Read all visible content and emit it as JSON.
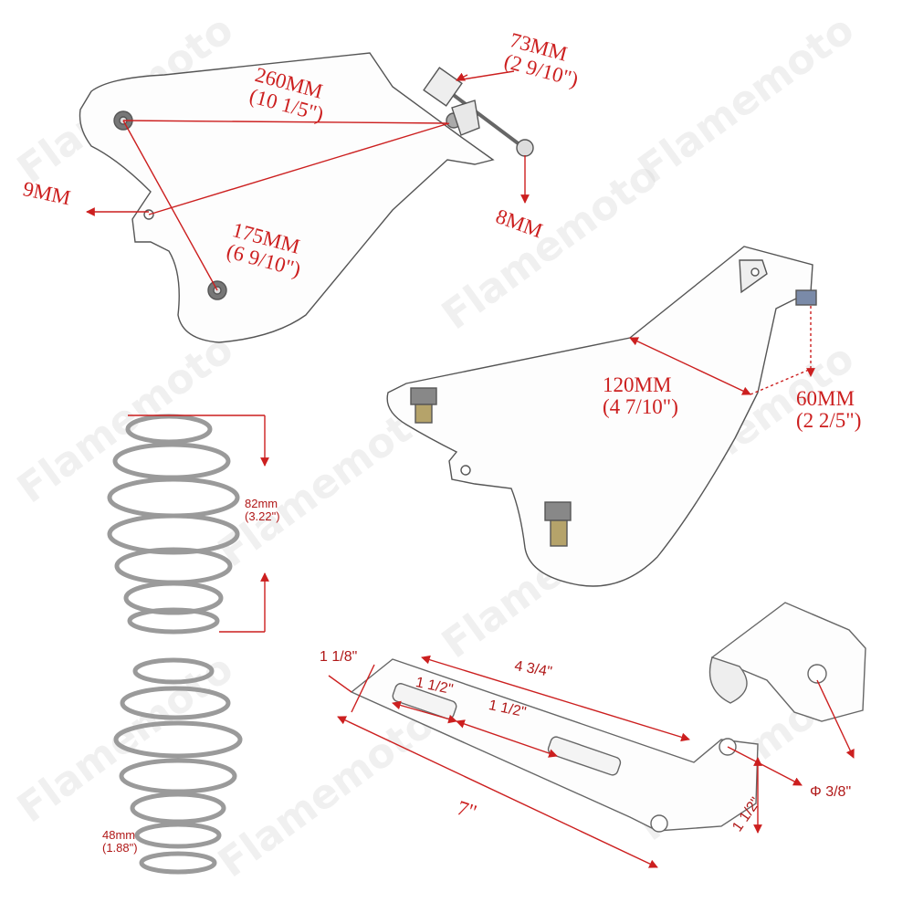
{
  "watermark": "Flamemoto",
  "colors": {
    "dimension": "#cc1f1f",
    "outline": "#555555",
    "spring": "#9a9a9a",
    "background": "#ffffff"
  },
  "seat_plate": {
    "length_label": "260MM",
    "length_inch": "(10 1/5\")",
    "bolt_spacing_label": "175MM",
    "bolt_spacing_inch": "(6 9/10\")",
    "hole_label": "9MM",
    "pivot_width_label": "73MM",
    "pivot_width_inch": "(2 9/10\")",
    "pivot_bolt_label": "8MM"
  },
  "second_plate": {
    "width_label": "120MM",
    "width_inch": "(4 7/10\")",
    "height_label": "60MM",
    "height_inch": "(2 2/5\")"
  },
  "springs": {
    "large_label": "82mm",
    "large_inch": "(3.22\")",
    "small_label": "48mm",
    "small_inch": "(1.88\")"
  },
  "bracket": {
    "overall_length": "7\"",
    "slot_length": "4 3/4\"",
    "slot_width": "1 1/2\"",
    "slot_spacing": "1 1/2\"",
    "end_width": "1 1/8\"",
    "foot_height": "1 1/2\"",
    "hole_diameter": "Φ 3/8\""
  }
}
